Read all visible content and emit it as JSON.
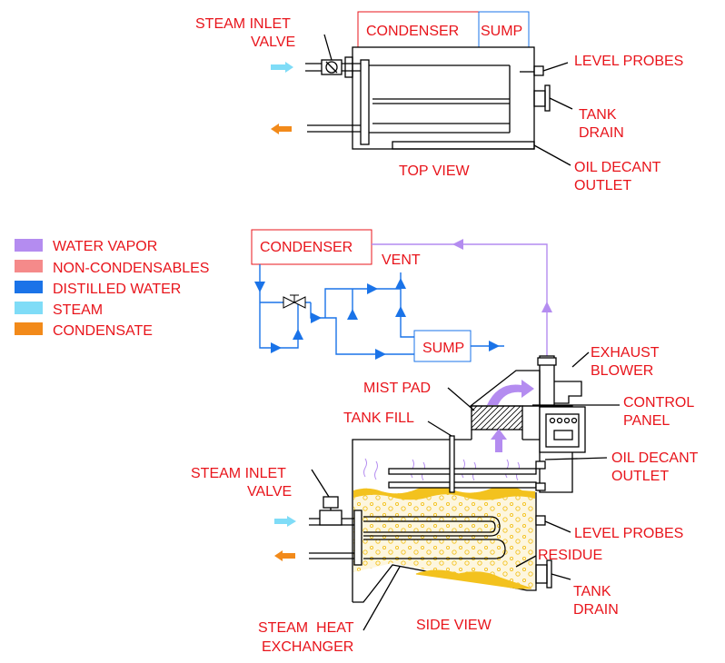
{
  "colors": {
    "label_red": "#e8141b",
    "water_vapor": "#b48cf0",
    "non_condensables": "#f58a8a",
    "distilled_water": "#1a73e8",
    "steam": "#7fdcf7",
    "condensate": "#f28a1a",
    "condensate_fill": "#f3c21e"
  },
  "legend": [
    {
      "label": "WATER VAPOR",
      "color": "#b48cf0"
    },
    {
      "label": "NON-CONDENSABLES",
      "color": "#f58a8a"
    },
    {
      "label": "DISTILLED WATER",
      "color": "#1a73e8"
    },
    {
      "label": "STEAM",
      "color": "#7fdcf7"
    },
    {
      "label": "CONDENSATE",
      "color": "#f28a1a"
    }
  ],
  "top_view": {
    "title": "TOP VIEW",
    "condenser": "CONDENSER",
    "sump": "SUMP",
    "steam_inlet_valve": [
      "STEAM INLET",
      "VALVE"
    ],
    "level_probes": "LEVEL PROBES",
    "tank_drain": [
      "TANK",
      "DRAIN"
    ],
    "oil_decant_outlet": [
      "OIL DECANT",
      "OUTLET"
    ]
  },
  "flow": {
    "condenser": "CONDENSER",
    "vent": "VENT",
    "sump": "SUMP"
  },
  "side_view": {
    "title": "SIDE VIEW",
    "exhaust_blower": [
      "EXHAUST",
      "BLOWER"
    ],
    "mist_pad": "MIST PAD",
    "control_panel": [
      "CONTROL",
      "PANEL"
    ],
    "tank_fill": "TANK FILL",
    "oil_decant_outlet": [
      "OIL DECANT",
      "OUTLET"
    ],
    "steam_inlet_valve": [
      "STEAM INLET",
      "VALVE"
    ],
    "level_probes": "LEVEL PROBES",
    "residue": "RESIDUE",
    "tank_drain": [
      "TANK",
      "DRAIN"
    ],
    "steam_heat_exchanger": [
      "STEAM  HEAT",
      "EXCHANGER"
    ]
  }
}
